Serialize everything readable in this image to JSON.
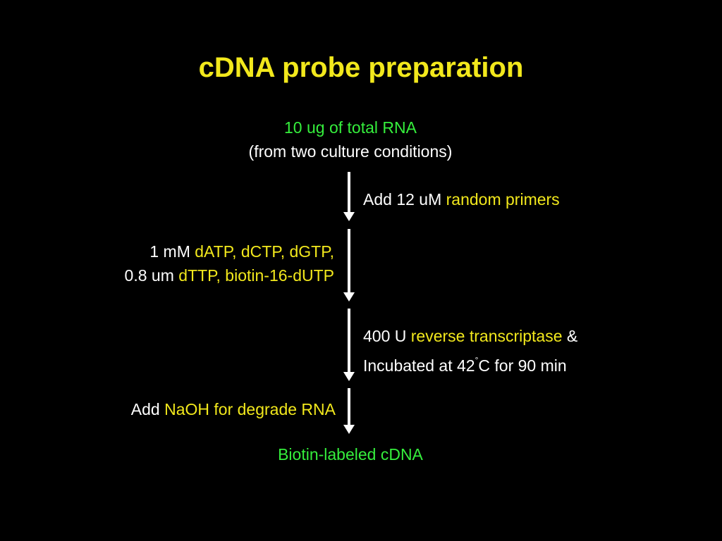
{
  "title": "cDNA probe preparation",
  "colors": {
    "background": "#000000",
    "title": "#f2e81c",
    "highlight_yellow": "#f2e81c",
    "highlight_green": "#35ee3c",
    "text": "#ffffff",
    "arrow": "#ffffff"
  },
  "start": {
    "line1": "10 ug of total RNA",
    "line2": "(from two culture conditions)"
  },
  "step1": {
    "prefix": "Add 12 uM ",
    "highlight": "random primers"
  },
  "step2": {
    "line1_prefix": "1 mM ",
    "line1_highlight": "dATP, dCTP, dGTP,",
    "line2_prefix": "0.8 um ",
    "line2_highlight": "dTTP, biotin-16-dUTP"
  },
  "step3": {
    "line1_prefix": "400 U ",
    "line1_highlight": "reverse transcriptase",
    "line1_suffix": " &",
    "line2_before": "Incubated at 42",
    "line2_degree": "°",
    "line2_after": "C for 90 min"
  },
  "step4": {
    "prefix": "Add ",
    "highlight": "NaOH for degrade RNA"
  },
  "end": {
    "label": "Biotin-labeled cDNA"
  }
}
